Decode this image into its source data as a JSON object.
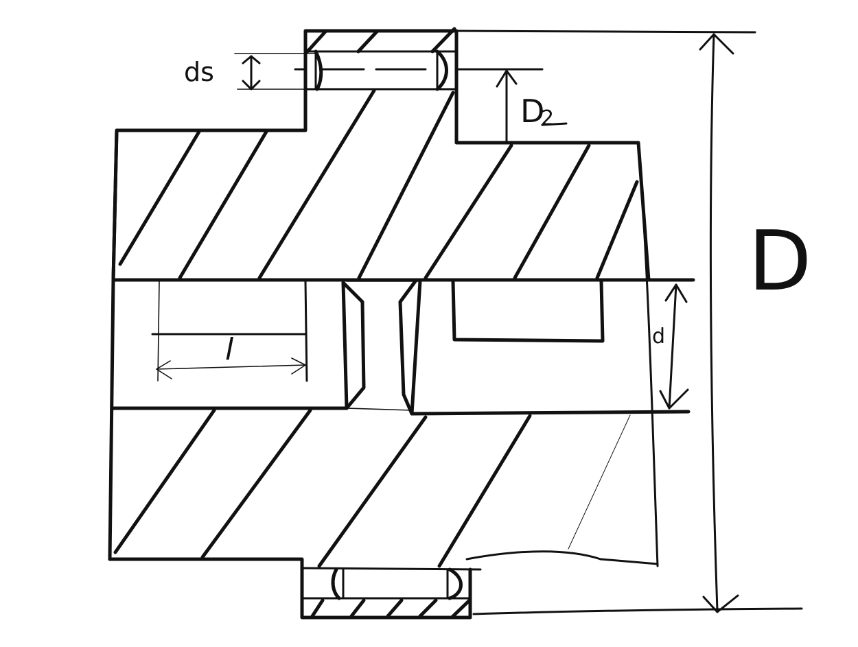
{
  "drawing": {
    "labels": {
      "ds": "ds",
      "d2": "D",
      "d2_sub": "2",
      "big_d": "D",
      "small_d": "d",
      "l": "l"
    },
    "colors": {
      "stroke": "#111111",
      "background": "#ffffff"
    }
  }
}
